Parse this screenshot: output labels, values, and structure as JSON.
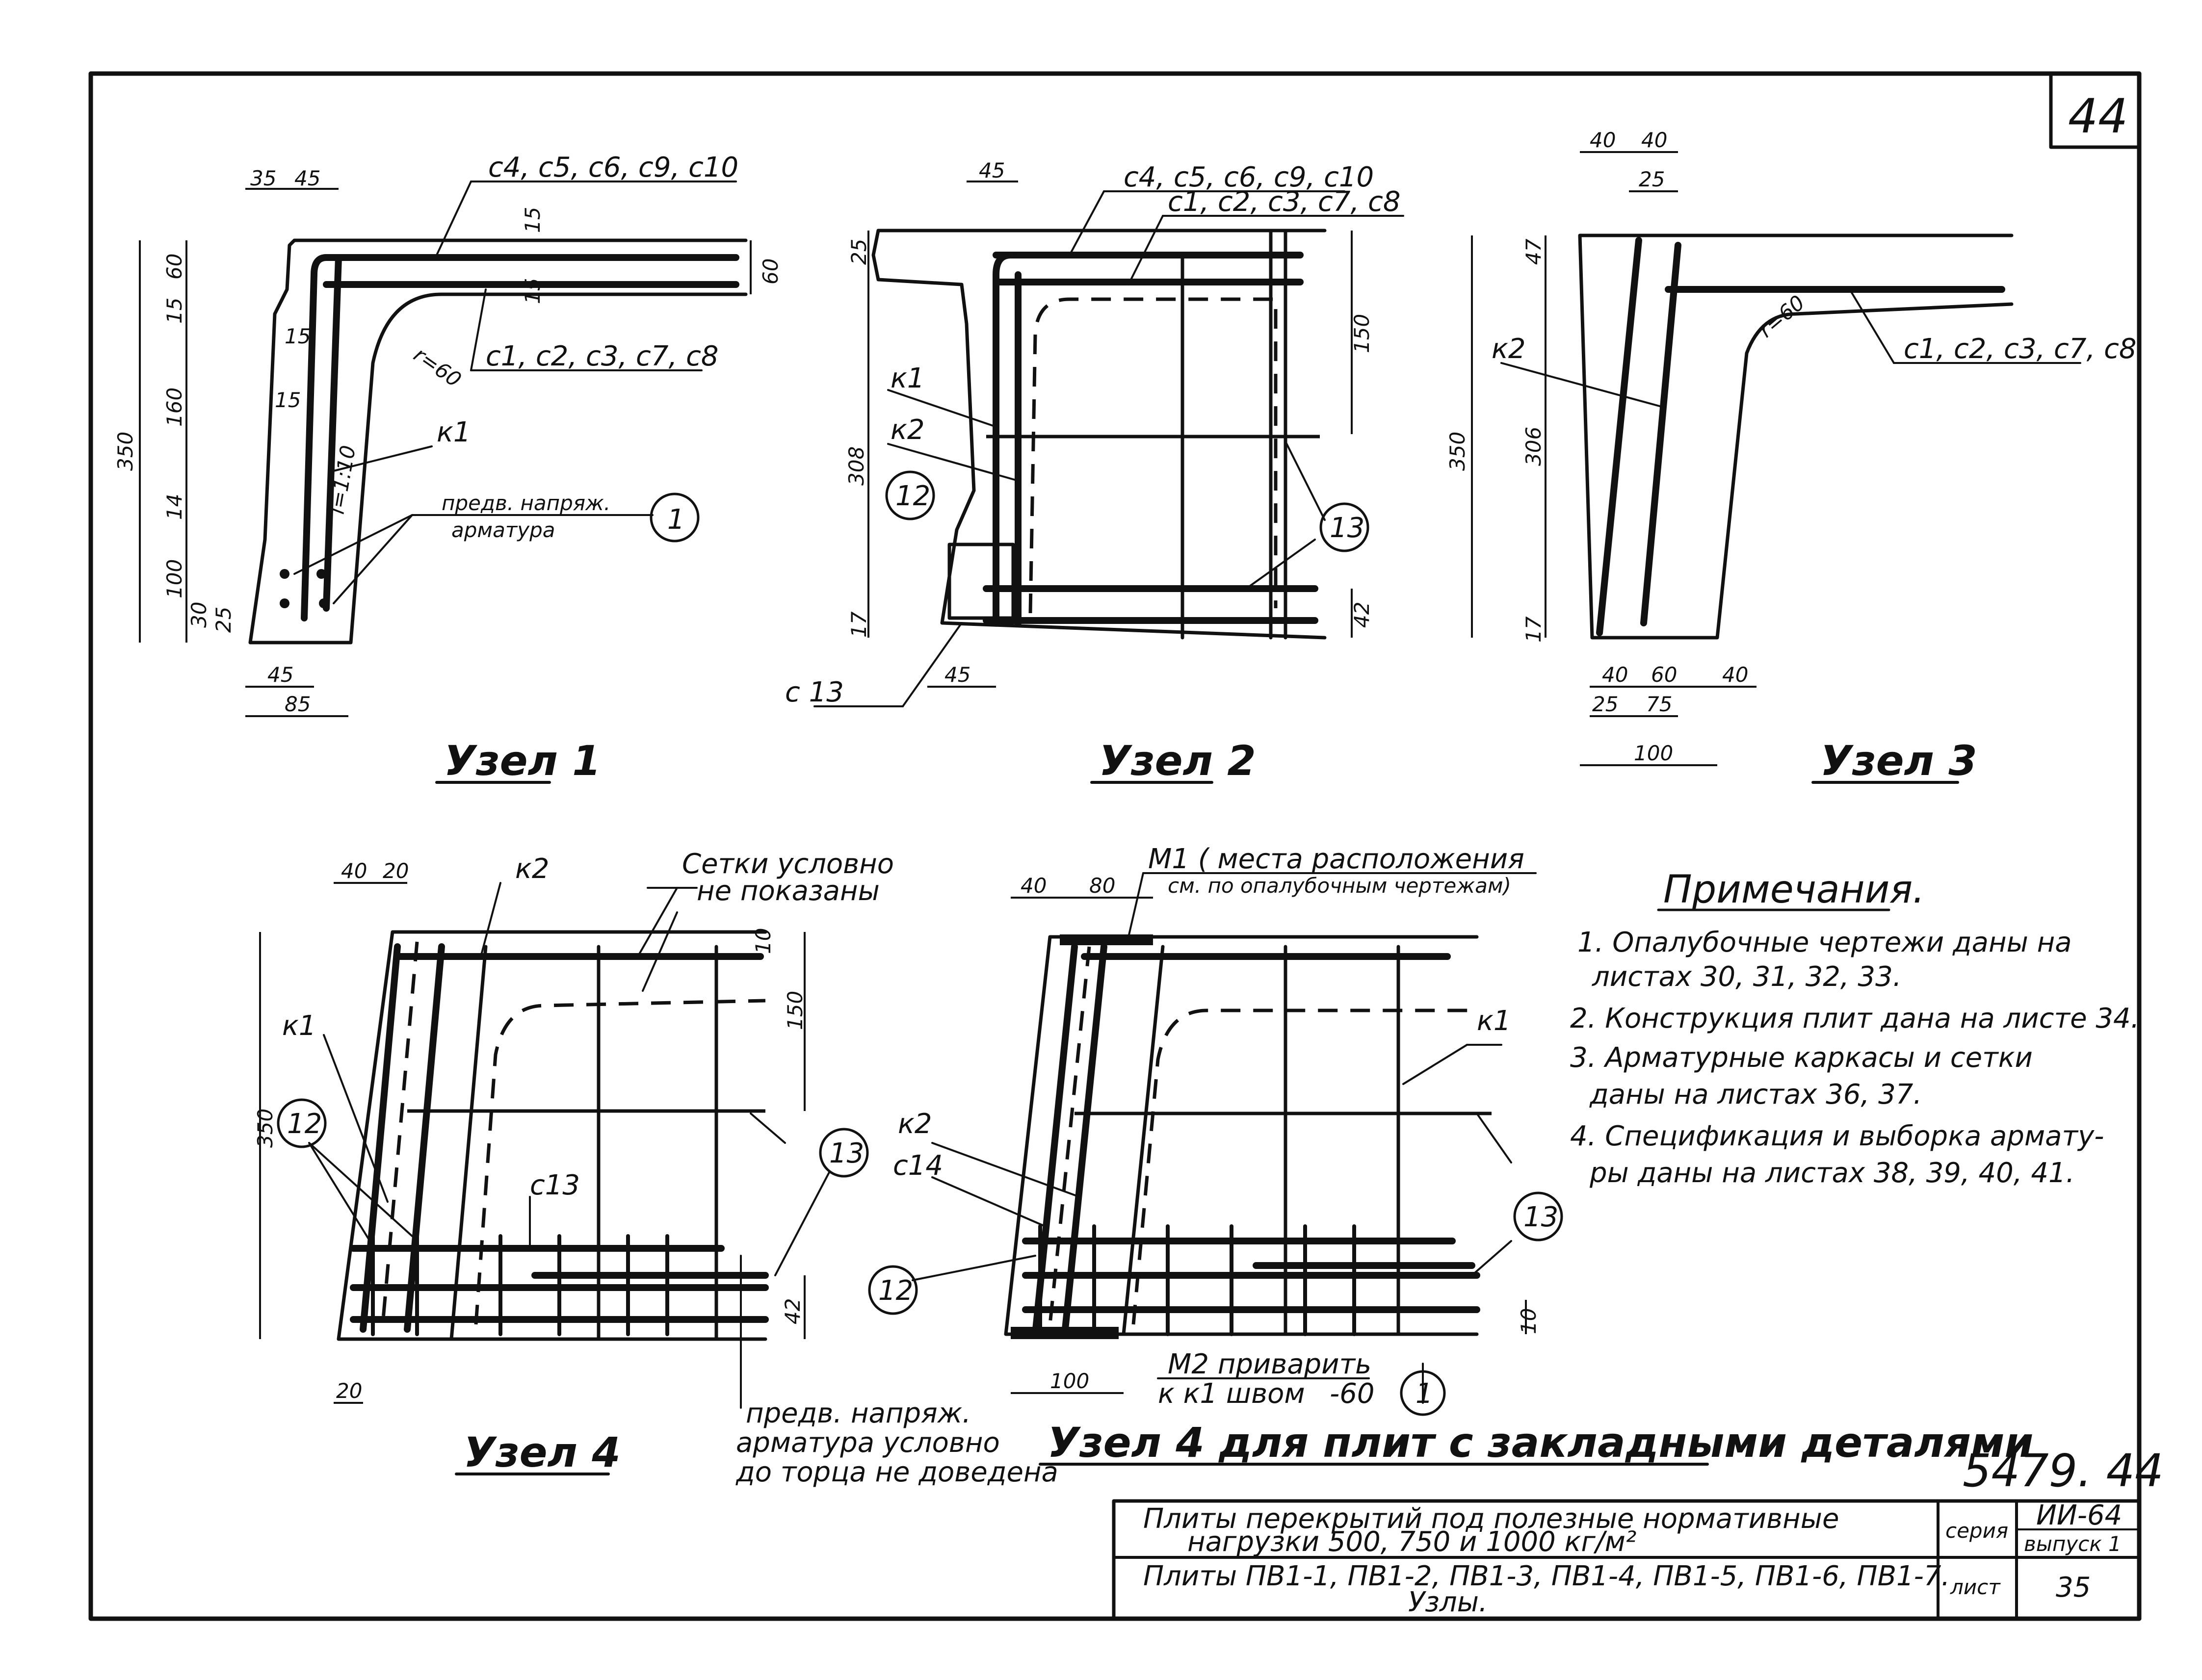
{
  "sheet_number": "44",
  "document_number": "5479. 44",
  "nodes": {
    "n1": {
      "title": "Узел 1",
      "bar_top": "с4, с5, с6, с9, с10",
      "bar_bottom": "с1, с2, с3, с7, с8",
      "frame": "к1",
      "radius": "r=60",
      "slope": "i=1:10",
      "prestress_label": [
        "предв. напряж.",
        "арматура"
      ],
      "callout": "1",
      "dims_top": [
        "35",
        "45"
      ],
      "dims_left": [
        "350",
        "60",
        "15",
        "160",
        "15",
        "15",
        "14",
        "100",
        "30",
        "25"
      ],
      "dims_inner": [
        "15",
        "15"
      ],
      "dim_right": "60",
      "dims_bottom": [
        "45",
        "85"
      ]
    },
    "n2": {
      "title": "Узел 2",
      "bar_top": "с4, с5, с6, с9, с10",
      "bar_bottom": "с1, с2, с3, с7, с8",
      "frames": [
        "к1",
        "к2"
      ],
      "bottom_bar": "с 13",
      "callouts": [
        "12",
        "13"
      ],
      "dims_top": [
        "45"
      ],
      "dims_left": [
        "25",
        "308",
        "17"
      ],
      "dims_right": [
        "150",
        "42"
      ],
      "dims_bottom": [
        "45"
      ]
    },
    "n3": {
      "title": "Узел 3",
      "bar": "с1, с2, с3, с7, с8",
      "frame": "к2",
      "radius": "r=60",
      "dims_top": [
        "40",
        "40",
        "25"
      ],
      "dims_left": [
        "350",
        "47",
        "306",
        "17"
      ],
      "dims_bottom": [
        "40",
        "60",
        "40",
        "25",
        "75",
        "100"
      ]
    },
    "n4": {
      "title": "Узел 4",
      "frames": [
        "к1",
        "к2"
      ],
      "bar": "с13",
      "mesh_note": [
        "Сетки условно",
        "не показаны"
      ],
      "callouts": [
        "12",
        "13"
      ],
      "dims_top": [
        "40",
        "20"
      ],
      "dims_left": [
        "350"
      ],
      "dims_right": [
        "10",
        "150",
        "42"
      ],
      "dims_bottom": [
        "20"
      ],
      "prestress_note": [
        "предв. напряж.",
        "арматура условно",
        "до торца не доведена"
      ]
    },
    "n4e": {
      "title": "Узел 4 для плит с закладными деталями",
      "m1_label": [
        "М1 ( места расположения",
        "см. по опалубочным чертежам)"
      ],
      "frames": [
        "к1",
        "к2"
      ],
      "bar": "с14",
      "callouts": [
        "12",
        "13",
        "1"
      ],
      "dims_top": [
        "40",
        "80"
      ],
      "dims_right": [
        "10"
      ],
      "dims_bottom": [
        "100"
      ],
      "weld_note": [
        "М2 приварить",
        "к к1 швом"
      ],
      "weld_value": "-60"
    }
  },
  "notes": {
    "heading": "Примечания.",
    "items": [
      "1. Опалубочные чертежи даны на",
      "листах 30, 31, 32, 33.",
      "2. Конструкция плит дана на листе 34.",
      "3. Арматурные каркасы и сетки",
      "даны на листах 36, 37.",
      "4. Спецификация и выборка армату-",
      "ры даны на листах 38, 39, 40, 41."
    ]
  },
  "stamp": {
    "title_line1": "Плиты перекрытий под полезные нормативные",
    "title_line2": "нагрузки 500, 750 и 1000 кг/м²",
    "series_label": "серия",
    "series_value": "ИИ-64",
    "issue": "выпуск 1",
    "name_line1": "Плиты ПВ1-1, ПВ1-2, ПВ1-3, ПВ1-4, ПВ1-5, ПВ1-6, ПВ1-7.",
    "name_line2": "Узлы.",
    "sheet_label": "лист",
    "sheet_value": "35"
  }
}
